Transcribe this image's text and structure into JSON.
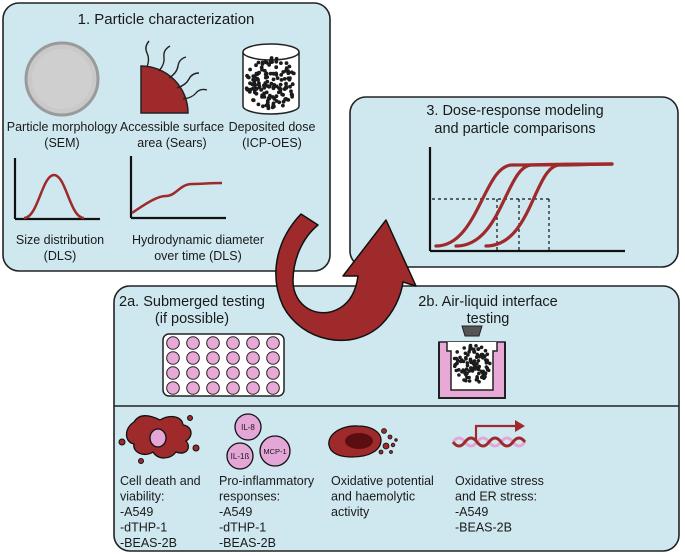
{
  "colors": {
    "panel_fill": "#cfe8ef",
    "panel_stroke": "#222222",
    "accent_red": "#9e2a2b",
    "well_pink": "#e9a9d6",
    "dark": "#1b1b1b"
  },
  "panel1": {
    "title": "1.   Particle characterization",
    "items": [
      {
        "icon": "sem-particle-icon",
        "label_line1": "Particle morphology",
        "label_line2": "(SEM)"
      },
      {
        "icon": "surface-area-icon",
        "label_line1": "Accessible surface",
        "label_line2": "area (Sears)"
      },
      {
        "icon": "deposited-dose-icon",
        "label_line1": "Deposited dose",
        "label_line2": "(ICP-OES)"
      },
      {
        "icon": "size-distribution-plot-icon",
        "label_line1": "Size distribution",
        "label_line2": "(DLS)"
      },
      {
        "icon": "hydrodynamic-diameter-plot-icon",
        "label_line1": "Hydrodynamic diameter",
        "label_line2": "over time (DLS)"
      }
    ]
  },
  "panel3": {
    "title_line1": "3. Dose-response modeling",
    "title_line2": "and particle comparisons"
  },
  "panel2": {
    "submerged": {
      "title_line1": "2a. Submerged testing",
      "title_line2": "(if possible)"
    },
    "ali": {
      "title_line1": "2b. Air-liquid interface",
      "title_line2": "testing"
    },
    "il_labels": {
      "il8": "IL-8",
      "il1b": "IL-1ß",
      "mcp1": "MCP-1"
    },
    "endpoints": [
      {
        "icon": "dead-cell-icon",
        "lines": [
          "Cell death and",
          "viability:",
          "-A549",
          "-dTHP-1",
          "-BEAS-2B"
        ]
      },
      {
        "icon": "cytokine-icon",
        "lines": [
          "Pro-inflammatory",
          "responses:",
          "-A549",
          "-dTHP-1",
          "-BEAS-2B"
        ]
      },
      {
        "icon": "red-blood-cell-icon",
        "lines": [
          "Oxidative potential",
          "and haemolytic",
          "activity"
        ]
      },
      {
        "icon": "dna-transcription-icon",
        "lines": [
          "Oxidative stress",
          "and ER stress:",
          "-A549",
          "-BEAS-2B"
        ]
      }
    ]
  }
}
